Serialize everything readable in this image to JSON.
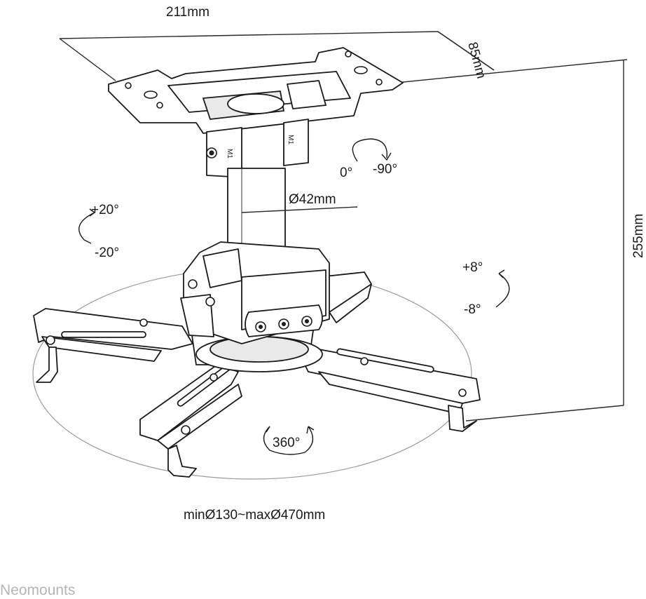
{
  "dimensions": {
    "width_label": "211mm",
    "depth_label": "85mm",
    "height_label": "255mm",
    "tube_label": "Ø42mm",
    "range_label": "minØ130~maxØ470mm"
  },
  "adjustments": {
    "swivel_start": "0°",
    "swivel_end": "-90°",
    "tilt_pos": "+20°",
    "tilt_neg": "-20°",
    "roll_pos": "+8°",
    "roll_neg": "-8°",
    "rotation": "360°"
  },
  "screw_marks": {
    "left": "M1",
    "right": "M1"
  },
  "brand": {
    "name": "Neomounts"
  }
}
